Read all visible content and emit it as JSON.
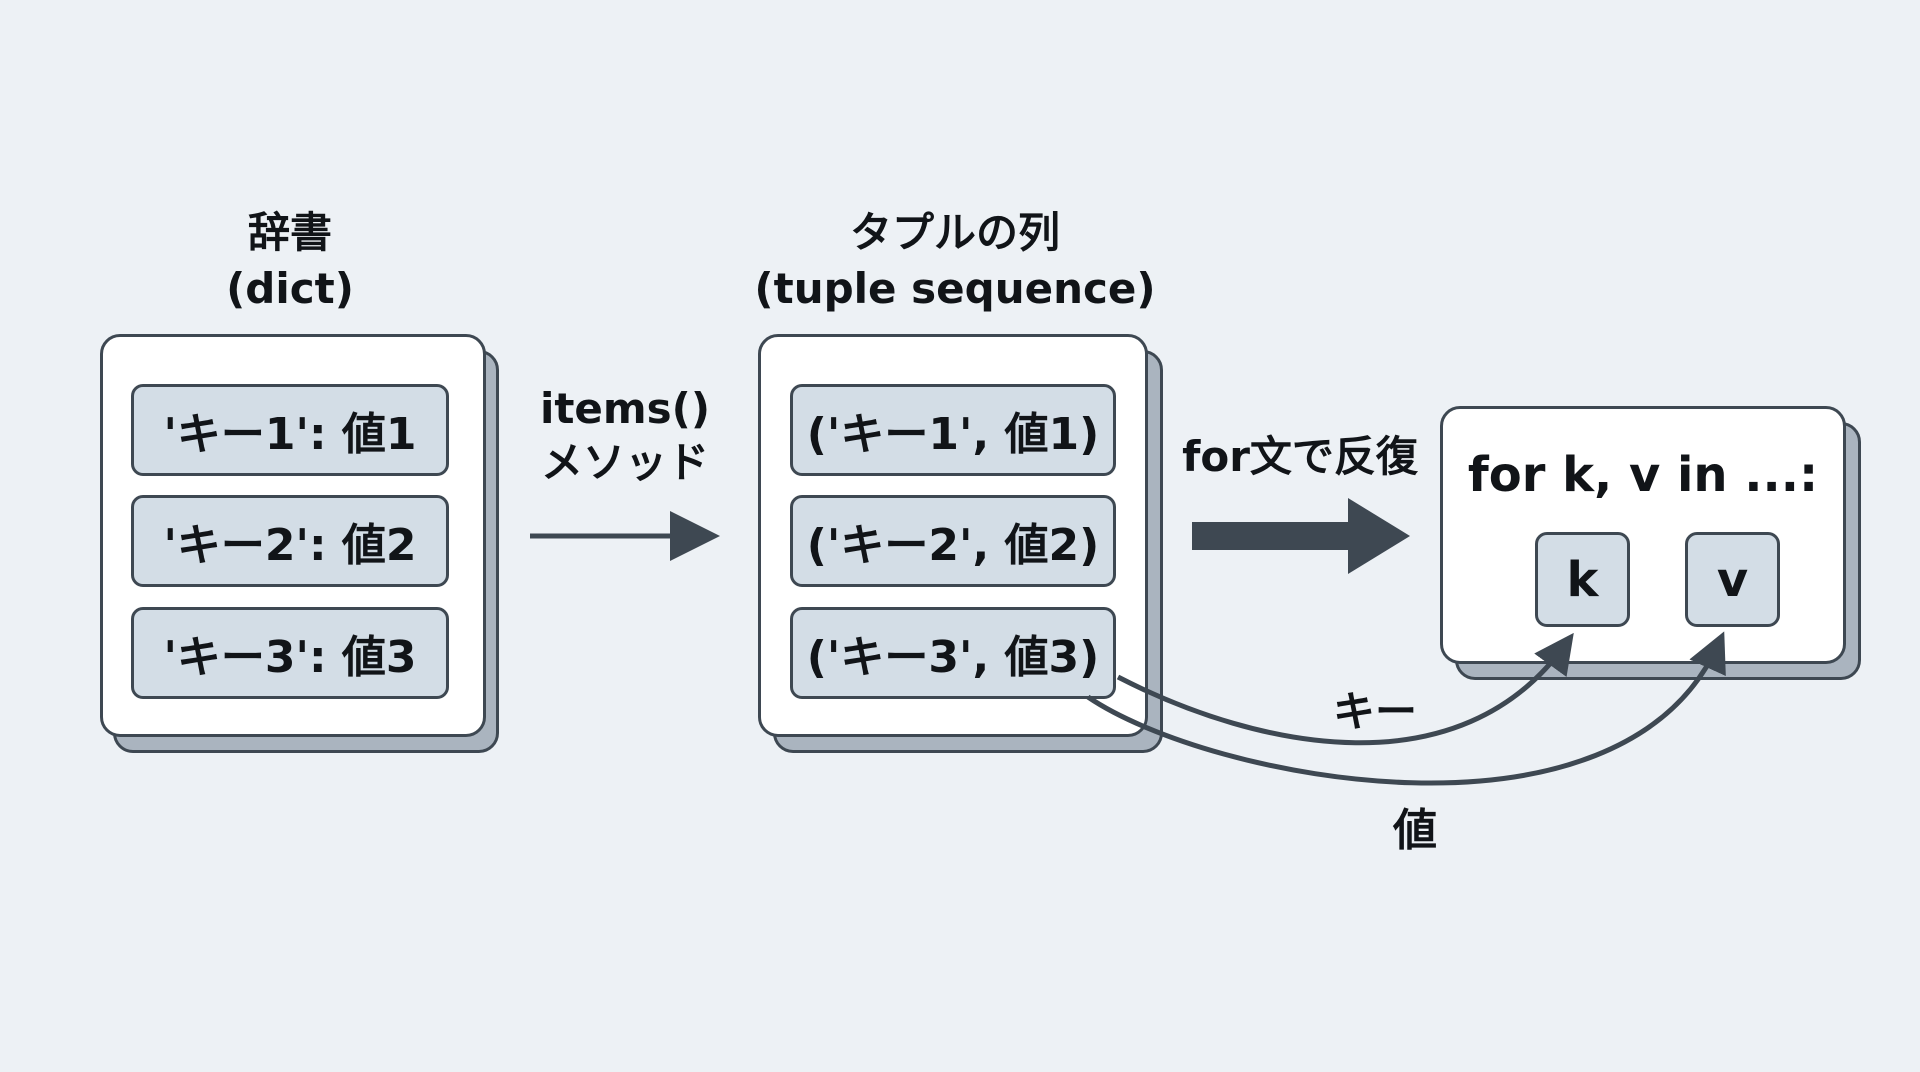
{
  "dict": {
    "title": "辞書",
    "subtitle": "(dict)",
    "items": [
      "'キー1': 値1",
      "'キー2': 値2",
      "'キー3': 値3"
    ]
  },
  "method": {
    "line1": "items()",
    "line2": "メソッド"
  },
  "tuples": {
    "title": "タプルの列",
    "subtitle": "(tuple sequence)",
    "items": [
      "('キー1', 値1)",
      "('キー2', 値2)",
      "('キー3', 値3)"
    ]
  },
  "iterate": {
    "label": "for文で反復"
  },
  "loop": {
    "code": "for k, v in ...:",
    "key_var": "k",
    "value_var": "v"
  },
  "arrows": {
    "key_label": "キー",
    "value_label": "値"
  },
  "colors": {
    "background": "#edf1f5",
    "pill_fill": "#d3dde6",
    "border": "#3e4852",
    "text": "#111418"
  }
}
